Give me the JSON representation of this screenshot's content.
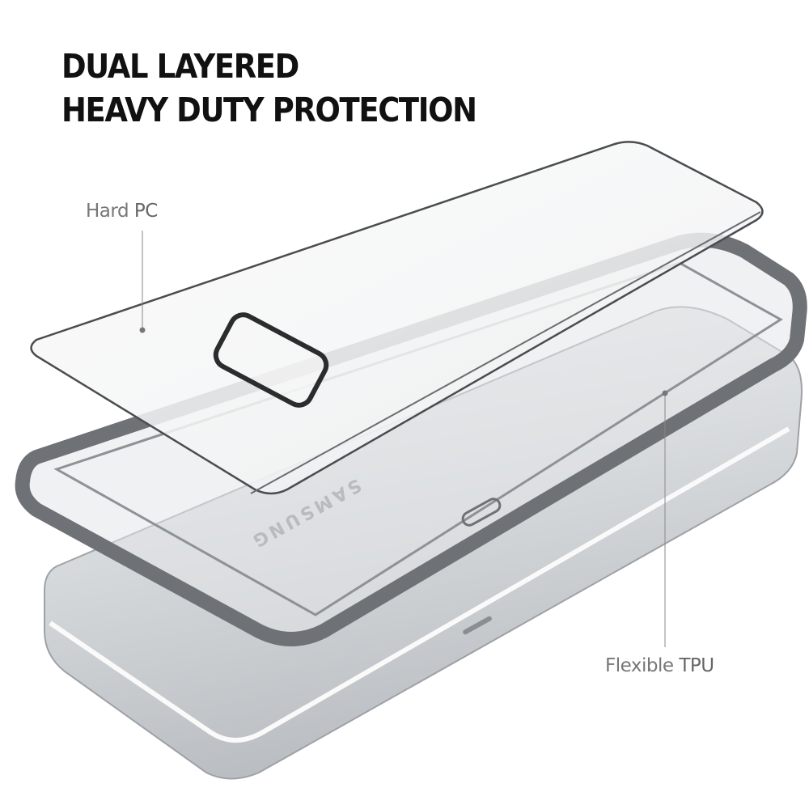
{
  "headline": {
    "line1": "DUAL LAYERED",
    "line2": "HEAVY DUTY PROTECTION"
  },
  "callouts": {
    "hard_pc": {
      "prefix": "Hard ",
      "emphasis": "PC"
    },
    "flexible_tpu": {
      "prefix": "Flexible ",
      "emphasis": "TPU"
    }
  },
  "product": {
    "brand_mark": "SAMSUNG",
    "colors": {
      "bumper": "#6e7175",
      "phone_body": "#d9dcdf",
      "pc_layer": "#f4f5f6"
    }
  }
}
